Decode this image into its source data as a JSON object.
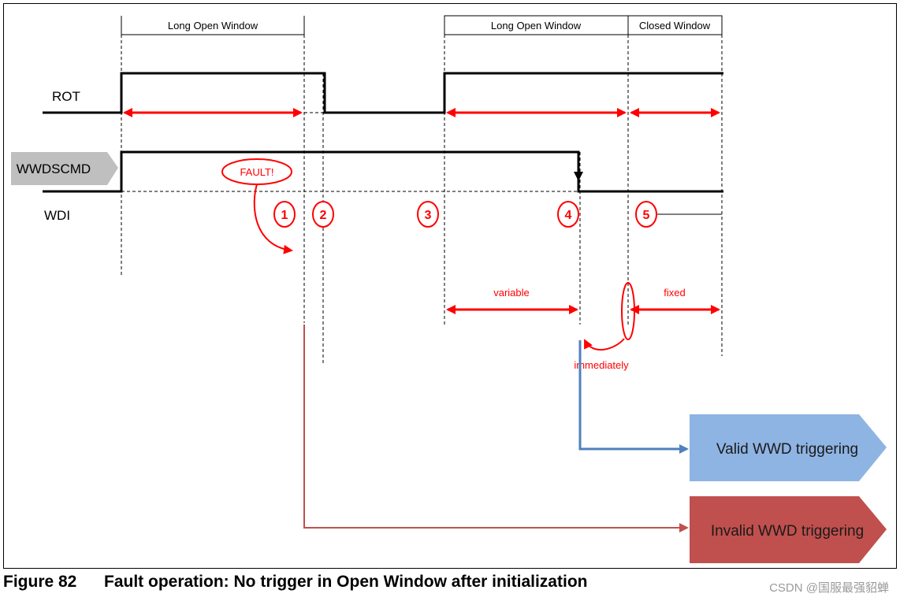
{
  "windows": [
    {
      "label": "Long Open Window"
    },
    {
      "label": "Long Open Window"
    },
    {
      "label": "Closed Window"
    }
  ],
  "signals": {
    "rot": "ROT",
    "wwdscmd": "WWDSCMD",
    "wdi": "WDI"
  },
  "fault_label": "FAULT!",
  "markers": [
    "1",
    "2",
    "3",
    "4",
    "5"
  ],
  "durations": {
    "variable": "variable",
    "fixed": "fixed",
    "immediately": "immediately"
  },
  "outcomes": {
    "valid": "Valid WWD triggering",
    "invalid": "Invalid WWD triggering"
  },
  "colors": {
    "red": "#ff0000",
    "valid_fill": "#8eb4e3",
    "invalid_fill": "#c0504d",
    "valid_line": "#4f81bd",
    "invalid_line": "#c0504d",
    "tag_fill": "#bfbfbf"
  },
  "caption": {
    "number": "Figure 82",
    "text": "Fault operation: No trigger in Open Window after initialization"
  },
  "watermark": "CSDN @国服最强貂蝉"
}
